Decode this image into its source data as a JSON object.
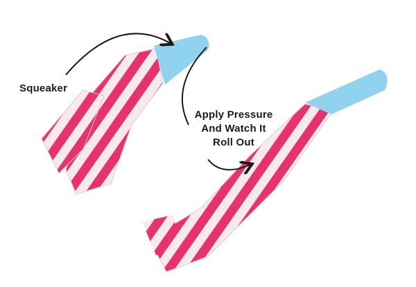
{
  "labels": {
    "squeaker": "Squeaker",
    "roll_out_line1": "Apply Pressure",
    "roll_out_line2": "And Watch It",
    "roll_out_line3": "Roll Out"
  },
  "colors": {
    "stripe_pink": "#e8326e",
    "stripe_white": "#f7e9ee",
    "cone_blue": "#8fd3ee",
    "arrow": "#1a1a1a"
  }
}
